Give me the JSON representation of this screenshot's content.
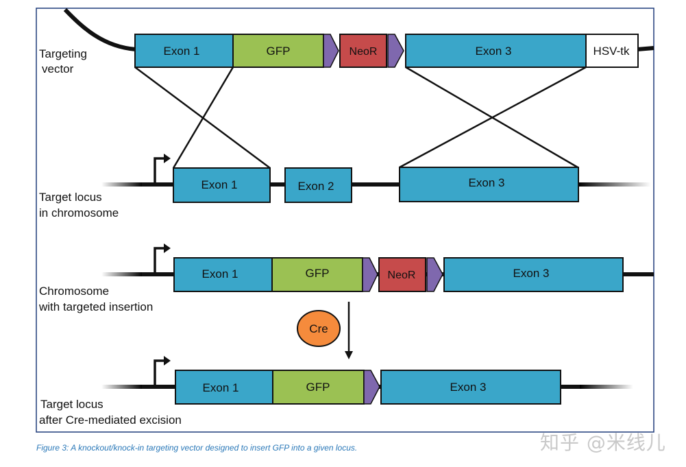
{
  "rows": {
    "vector": {
      "label_line1": "Targeting",
      "label_line2": "vector",
      "exon1": "Exon 1",
      "gfp": "GFP",
      "neor": "NeoR",
      "exon3": "Exon 3",
      "hsvtk": "HSV-tk"
    },
    "locus": {
      "label_line1": "Target locus",
      "label_line2": "in chromosome",
      "exon1": "Exon 1",
      "exon2": "Exon 2",
      "exon3": "Exon 3"
    },
    "insertion": {
      "label_line1": "Chromosome",
      "label_line2": "with targeted insertion",
      "exon1": "Exon 1",
      "gfp": "GFP",
      "neor": "NeoR",
      "exon3": "Exon 3"
    },
    "excised": {
      "label_line1": "Target locus",
      "label_line2": "after Cre-mediated excision",
      "exon1": "Exon 1",
      "gfp": "GFP",
      "exon3": "Exon 3"
    }
  },
  "cre_label": "Cre",
  "caption": "Figure 3: A knockout/knock-in targeting vector designed to insert GFP into a given locus.",
  "watermark": "知乎 @米线儿",
  "colors": {
    "exon": "#3aa6c9",
    "gfp": "#9bc153",
    "neor": "#c64b4b",
    "loxp": "#7f68ae",
    "cre": "#f58b3c",
    "hsvtk": "#ffffff",
    "frame": "#1f3b7a",
    "caption": "#2a78b8"
  }
}
